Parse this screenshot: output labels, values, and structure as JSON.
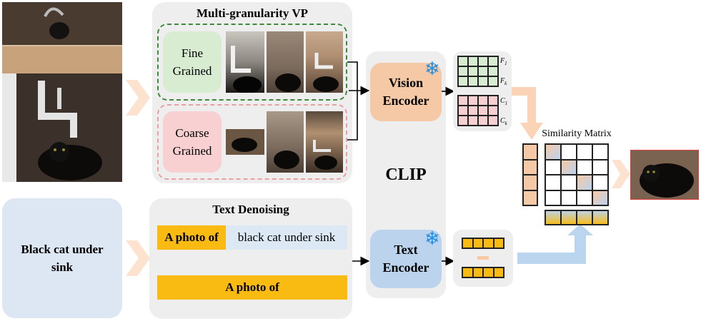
{
  "vp": {
    "title": "Multi-granularity VP",
    "fine": "Fine Grained",
    "coarse": "Coarse Grained"
  },
  "text_denoising": {
    "title": "Text Denoising",
    "prompt_prefix": "A photo of",
    "prompt_class": "black cat under sink",
    "prompt_only": "A photo of"
  },
  "input_text": "Black cat under sink",
  "clip": {
    "label": "CLIP",
    "vision_encoder": "Vision Encoder",
    "text_encoder": "Text Encoder",
    "frozen_icon": "snowflake-icon"
  },
  "features": {
    "f1": "F",
    "f1_sub": "1",
    "fk": "F",
    "fk_sub": "k",
    "c1": "C",
    "c1_sub": "1",
    "ck": "C",
    "ck_sub": "k"
  },
  "similarity": {
    "title": "Similarity Matrix"
  },
  "colors": {
    "fine_fill": "#d7ecd0",
    "coarse_fill": "#f9d0d1",
    "vision_fill": "#f5c9a6",
    "text_fill": "#bcd3ee",
    "token_fill": "#f9bb12",
    "panel_fill": "#eeeeee",
    "arrow_orange": "#fbd3b6",
    "arrow_blue": "#bcd5ee"
  }
}
